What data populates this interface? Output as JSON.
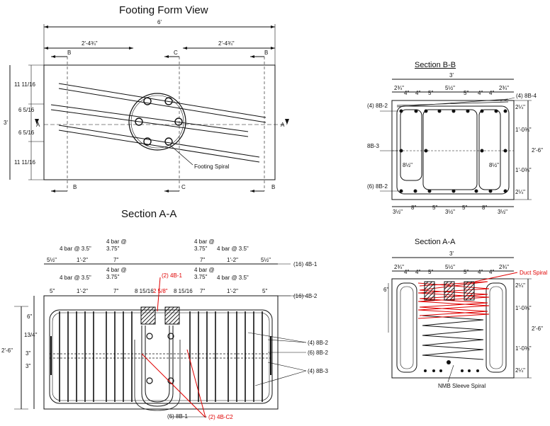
{
  "titles": {
    "form_view": "Footing Form View",
    "section_aa_1": "Section A-A",
    "section_bb": "Section B-B",
    "section_aa_2": "Section A-A"
  },
  "form_view": {
    "overall": "6'",
    "half_left": "2'-4¾\"",
    "half_right": "2'-4¾\"",
    "height": "3'",
    "left_dims": [
      "11 11/16",
      "6 5/16",
      "6 5/16",
      "11 11/16"
    ],
    "cut_labels": {
      "b": "B",
      "c": "C",
      "a": "A"
    },
    "spiral_label": "Footing Spiral"
  },
  "section_aa_1": {
    "top_group_left": "4 bar @ 3.5\"",
    "top_group_left2": "4 bar @",
    "top_group_left2b": "3.75\"",
    "top_group_right": "4 bar @ 3.5\"",
    "top_group_right2": "4 bar @",
    "top_group_right2b": "3.75\"",
    "row1": [
      "5½\"",
      "1'-2\"",
      "7\"",
      "7\"",
      "1'-2\"",
      "5½\""
    ],
    "row2": [
      "5\"",
      "1'-2\"",
      "7\"",
      "8 15/16",
      "2 5/8\"",
      "8 15/16",
      "7\"",
      "1'-2\"",
      "5\""
    ],
    "right_callouts": [
      "(16) 4B-1",
      "(16) 4B-2",
      "(4) 8B-2",
      "(6) 8B-2",
      "(4) 8B-3"
    ],
    "left_dims": [
      "6\"",
      "13/4\"",
      "3\"",
      "3\"",
      "2'-6\""
    ],
    "red_top": "(2) 4B-1",
    "bottom_callout": "(6) 8B-1",
    "red_bottom": "(2) 4B-C2"
  },
  "section_bb": {
    "width": "3'",
    "top_dims": [
      "2¾\"",
      "4\"",
      "4\"",
      "5\"",
      "5½\"",
      "5\"",
      "4\"",
      "4\"",
      "2¾\""
    ],
    "bottom_dims": [
      "3½\"",
      "8\"",
      "5\"",
      "3½\"",
      "5\"",
      "8\"",
      "3½\""
    ],
    "callouts": [
      "(4) 8B-2",
      "8B-3",
      "(6) 8B-2",
      "(4) 8B-4"
    ],
    "inner": [
      "8½\"",
      "8½\""
    ],
    "right_dims": [
      "2¼\"",
      "1'-0¾\"",
      "1'-0¾\"",
      "2¼\""
    ],
    "height": "2'-6\""
  },
  "section_aa_2": {
    "width": "3'",
    "top_dims": [
      "2¾\"",
      "4\"",
      "4\"",
      "5\"",
      "5½\"",
      "5\"",
      "4\"",
      "4\"",
      "2¾\""
    ],
    "red_label": "Duct Spiral",
    "left_dim": "6\"",
    "right_dims": [
      "2¼\"",
      "1'-0¾\"",
      "1'-0¾\"",
      "2¼\""
    ],
    "height": "2'-6\"",
    "bottom_label": "NMB Sleeve Spiral"
  }
}
